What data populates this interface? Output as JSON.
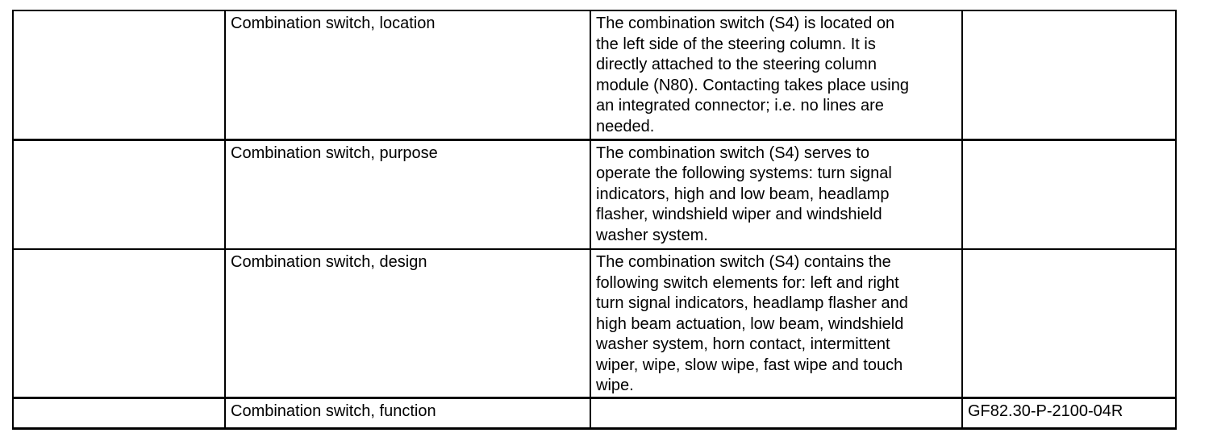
{
  "page": {
    "background_color": "#ffffff",
    "text_color": "#000000",
    "border_color": "#000000"
  },
  "table": {
    "rows": [
      {
        "topic": "Combination switch, location",
        "description": "The combination switch (S4) is located on the left side of the steering column. It is directly attached to the steering column module (N80). Contacting takes place using an integrated connector; i.e. no lines are needed.",
        "code": ""
      },
      {
        "topic": "Combination switch, purpose",
        "description": "The combination switch (S4) serves to operate the following systems: turn signal indicators, high and low beam, headlamp flasher, windshield wiper and windshield washer system.",
        "code": ""
      },
      {
        "topic": "Combination switch, design",
        "description": "The combination switch (S4) contains the following switch elements for: left and right turn signal indicators, headlamp flasher and high beam actuation, low beam, windshield washer system, horn contact, intermittent wiper, wipe, slow wipe, fast wipe and touch wipe.",
        "code": ""
      },
      {
        "topic": "Combination switch, function",
        "description": "",
        "code": "GF82.30-P-2100-04R"
      }
    ]
  }
}
